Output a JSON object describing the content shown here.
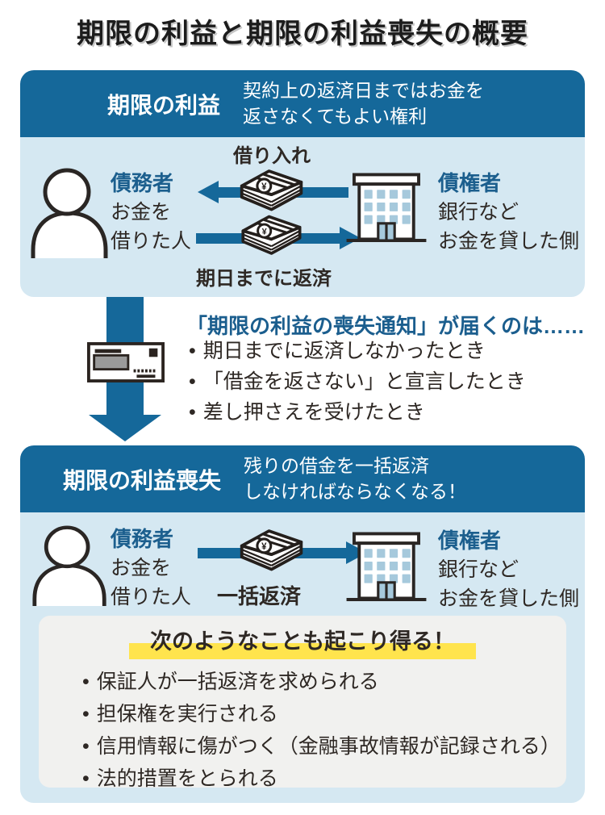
{
  "title": "期限の利益と期限の利益喪失の概要",
  "colors": {
    "primary_blue": "#15689a",
    "panel_light_blue": "#d5e8f2",
    "label_blue": "#1c5f8e",
    "text_dark": "#2e2824",
    "highlight_yellow": "#ffe44d",
    "inner_box_gray": "#f1f1ef",
    "window_blue": "#a6c9dc"
  },
  "icons": {
    "person": "person-icon",
    "money_bundle": "money-bundle-icon",
    "bank_building": "bank-building-icon",
    "notice_postcard": "notice-postcard-icon",
    "down_arrow": "down-arrow",
    "yen_symbol": "¥"
  },
  "benefit": {
    "header_label": "期限の利益",
    "desc_line1": "契約上の返済日まではお金を",
    "desc_line2": "返さなくてもよい権利",
    "borrow_label": "借り入れ",
    "repay_label": "期日までに返済",
    "debtor": {
      "title": "債務者",
      "line1": "お金を",
      "line2": "借りた人"
    },
    "creditor": {
      "title": "債権者",
      "line1": "銀行など",
      "line2": "お金を貸した側"
    }
  },
  "notice": {
    "heading": "「期限の利益の喪失通知」が届くのは……",
    "bullets": [
      "期日までに返済しなかったとき",
      "「借金を返さない」と宣言したとき",
      "差し押さえを受けたとき"
    ]
  },
  "loss": {
    "header_label": "期限の利益喪失",
    "desc_line1": "残りの借金を一括返済",
    "desc_line2": "しなければならなくなる！",
    "repay_label": "一括返済",
    "debtor": {
      "title": "債務者",
      "line1": "お金を",
      "line2": "借りた人"
    },
    "creditor": {
      "title": "債権者",
      "line1": "銀行など",
      "line2": "お金を貸した側"
    },
    "consequences": {
      "title": "次のようなことも起こり得る！",
      "bullets": [
        "保証人が一括返済を求められる",
        "担保権を実行される",
        "信用情報に傷がつく（金融事故情報が記録される）",
        "法的措置をとられる"
      ]
    }
  }
}
